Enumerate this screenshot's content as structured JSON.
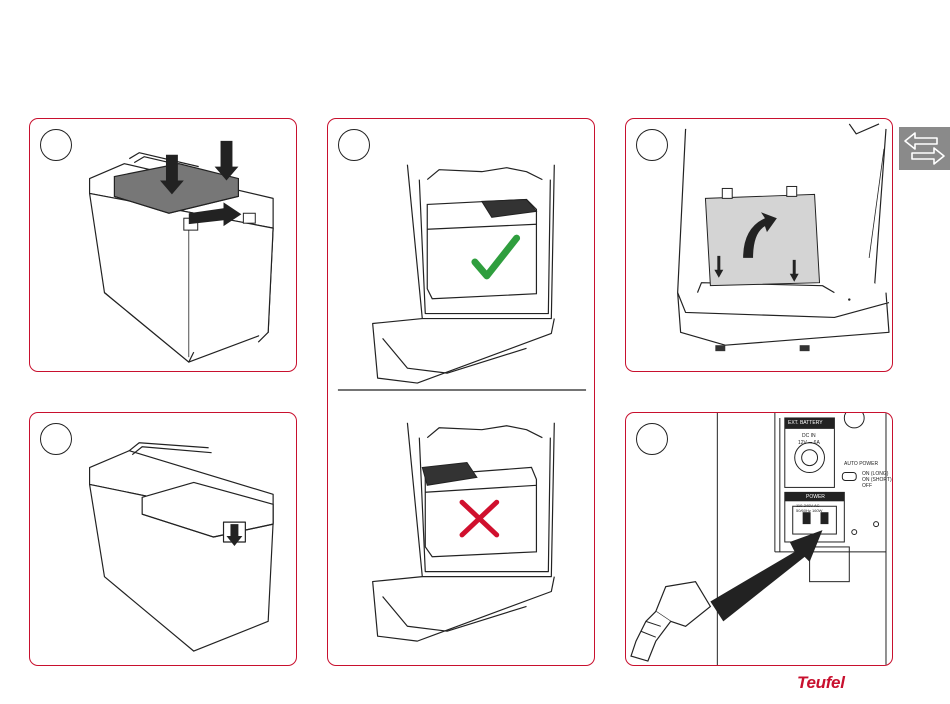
{
  "colors": {
    "accent": "#c8102e",
    "check": "#2f9e3e",
    "cross": "#d0102e",
    "tab": "#8a8a8a"
  },
  "icons": {
    "language_tab": "swap-arrows-icon",
    "correct": "checkmark-icon",
    "wrong": "cross-icon"
  },
  "panel5": {
    "ext_battery_label": "EXT. BATTERY",
    "ext_battery_spec1": "DC IN",
    "ext_battery_spec2": "12V ⎓ 6A",
    "auto_power_label": "AUTO POWER",
    "auto_power_options": [
      "ON (LONG)",
      "ON (SHORT)",
      "OFF"
    ],
    "power_label": "POWER",
    "power_spec1": "110-240V AC",
    "power_spec2": "50/60Hz 160W"
  },
  "brand": {
    "logo_text": "Teufel"
  }
}
